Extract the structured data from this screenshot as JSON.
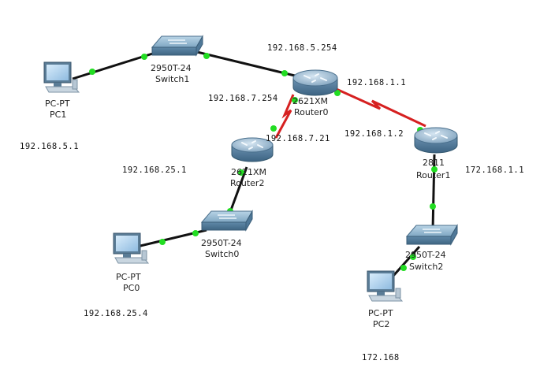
{
  "nodes": {
    "pc1": {
      "type": "PC-PT",
      "name": "PC1"
    },
    "pc0": {
      "type": "PC-PT",
      "name": "PC0"
    },
    "pc2": {
      "type": "PC-PT",
      "name": "PC2"
    },
    "switch1": {
      "type": "2950T-24",
      "name": "Switch1"
    },
    "switch0": {
      "type": "2950T-24",
      "name": "Switch0"
    },
    "switch2": {
      "type": "2950T-24",
      "name": "Switch2"
    },
    "router0": {
      "type": "2621XM",
      "name": "Router0"
    },
    "router2": {
      "type": "2621XM",
      "name": "Router2"
    },
    "router1": {
      "type": "2811",
      "name": "Router1"
    }
  },
  "ips": {
    "r0_lan": "192.168.5.254",
    "r0_to_r1": "192.168.1.1",
    "r0_to_r2": "192.168.7.254",
    "r2_to_r0": "192.168.7.21",
    "r1_to_r0": "192.168.1.2",
    "pc1": "192.168.5.1",
    "r2_lan": "192.168.25.1",
    "r1_lan": "172.168.1.1",
    "pc0": "192.168.25.4",
    "pc2": "172.168"
  },
  "colors": {
    "ethernet": "#111111",
    "serial": "#d62020",
    "port": "#22dd22"
  }
}
